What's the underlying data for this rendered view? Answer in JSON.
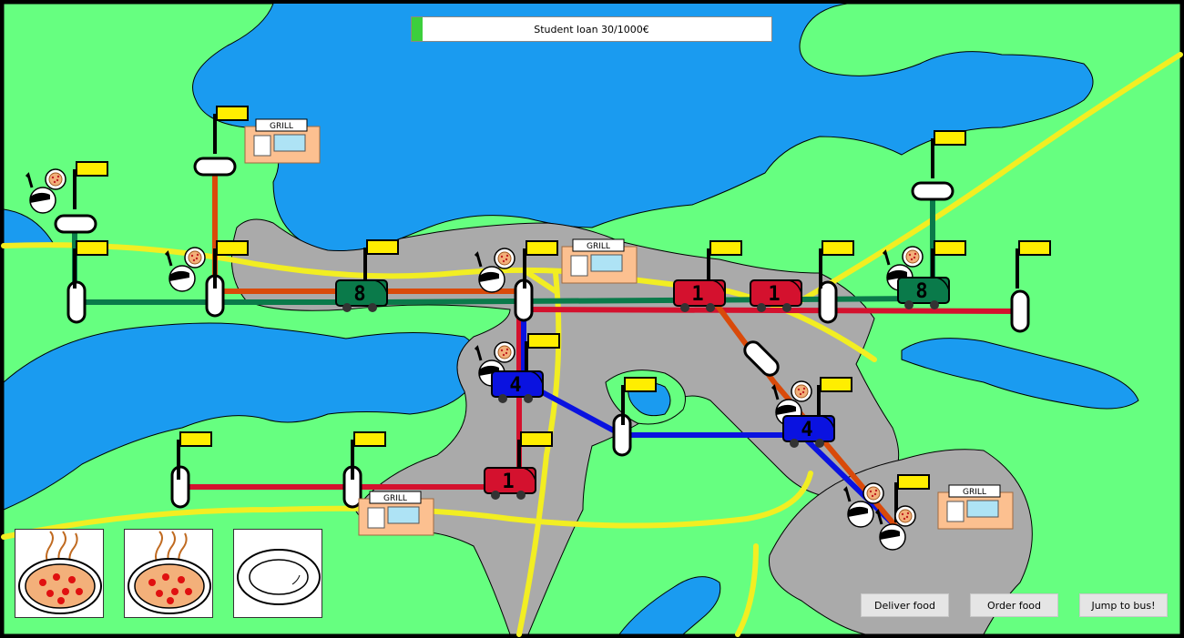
{
  "hud": {
    "loan_label": "Student loan 30/1000€",
    "loan_current": 30,
    "loan_total": 1000,
    "loan_fraction": 0.03
  },
  "map": {
    "colors": {
      "water": "#1a9bf0",
      "land": "#66ff80",
      "city": "#aaaaaa",
      "road": "#f2ee22",
      "line_green": "#0a7a4a",
      "line_orange": "#d94a0a",
      "line_red": "#d4112e",
      "line_blue": "#0a12e0",
      "flag": "#ffee00",
      "grill": "#fcc090"
    },
    "grill_label": "GRILL",
    "buses": [
      {
        "number": "8",
        "color": "#0a7a4a"
      },
      {
        "number": "1",
        "color": "#d4112e"
      },
      {
        "number": "1",
        "color": "#d4112e"
      },
      {
        "number": "8",
        "color": "#0a7a4a"
      },
      {
        "number": "4",
        "color": "#0a12e0"
      },
      {
        "number": "4",
        "color": "#0a12e0"
      },
      {
        "number": "1",
        "color": "#d4112e"
      }
    ]
  },
  "inventory": [
    {
      "item": "pizza",
      "icon": "pizza-icon"
    },
    {
      "item": "pizza",
      "icon": "pizza-icon"
    },
    {
      "item": "empty plate",
      "icon": "plate-icon"
    }
  ],
  "buttons": {
    "deliver": "Deliver food",
    "order": "Order food",
    "jump": "Jump to bus!"
  }
}
